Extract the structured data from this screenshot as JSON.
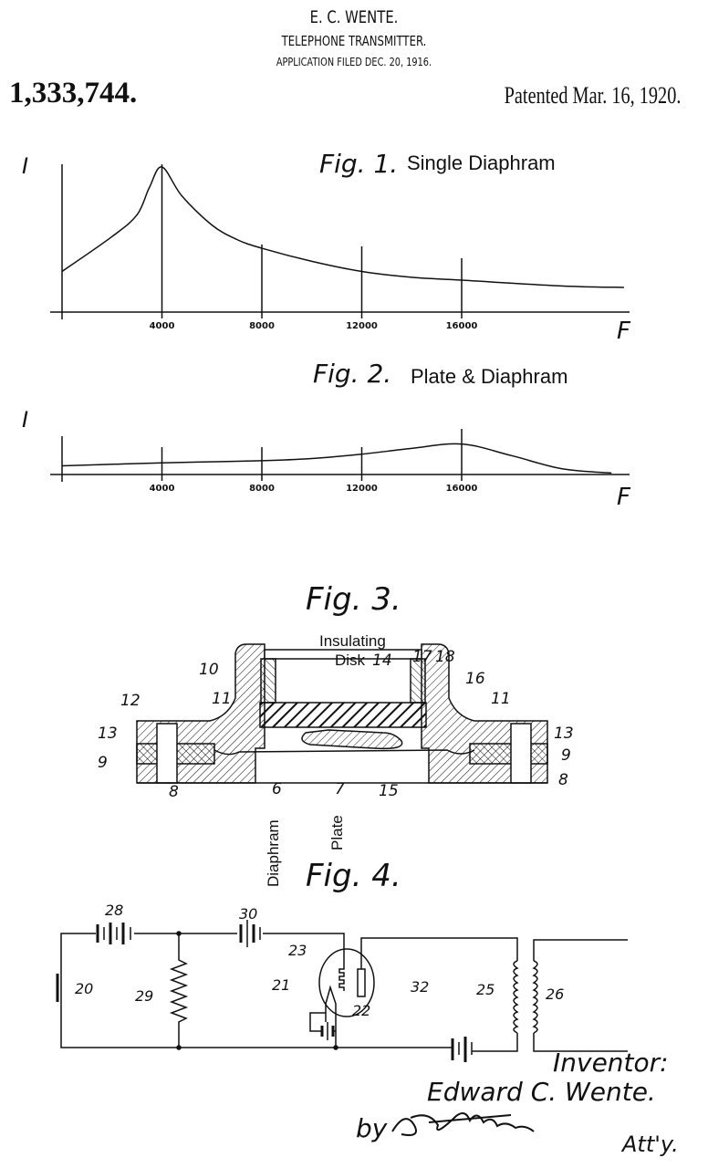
{
  "header": {
    "inventor": "E. C. WENTE.",
    "title": "TELEPHONE TRANSMITTER.",
    "filed": "APPLICATION FILED DEC. 20, 1916.",
    "patent_number": "1,333,744.",
    "patented": "Patented Mar. 16, 1920."
  },
  "chart_data": [
    {
      "type": "line",
      "title": "Fig. 1.",
      "subtitle": "Single Diaphram",
      "xlabel": "F",
      "ylabel": "I",
      "xticks": [
        "4000",
        "8000",
        "12000",
        "16000"
      ],
      "xtick_values": [
        4000,
        8000,
        12000,
        16000
      ],
      "xlim": [
        0,
        23000
      ],
      "ylim": [
        0,
        1
      ],
      "grid": false,
      "series": [
        {
          "name": "Single Diaphram",
          "x": [
            0,
            2000,
            3000,
            3500,
            4000,
            4800,
            6000,
            7000,
            8000,
            10000,
            12000,
            14000,
            16000,
            20000,
            22500
          ],
          "y": [
            0.28,
            0.52,
            0.67,
            0.86,
            1.0,
            0.8,
            0.6,
            0.5,
            0.44,
            0.35,
            0.28,
            0.24,
            0.22,
            0.18,
            0.17
          ]
        }
      ]
    },
    {
      "type": "line",
      "title": "Fig. 2.",
      "subtitle": "Plate & Diaphram",
      "xlabel": "F",
      "ylabel": "I",
      "xticks": [
        "4000",
        "8000",
        "12000",
        "16000"
      ],
      "xtick_values": [
        4000,
        8000,
        12000,
        16000
      ],
      "xlim": [
        0,
        23000
      ],
      "ylim": [
        0,
        1
      ],
      "grid": false,
      "series": [
        {
          "name": "Plate & Diaphram",
          "x": [
            0,
            4000,
            8000,
            10000,
            12000,
            14000,
            16000,
            18000,
            20000,
            22000
          ],
          "y": [
            0.06,
            0.08,
            0.095,
            0.11,
            0.14,
            0.18,
            0.21,
            0.13,
            0.04,
            0.01
          ]
        }
      ]
    }
  ],
  "fig3": {
    "title": "Fig. 3.",
    "label_insulating": "Insulating",
    "label_disk": "Disk",
    "label_diaphram": "Diaphram",
    "label_plate": "Plate",
    "refs": [
      "14",
      "17",
      "18",
      "10",
      "16",
      "11",
      "12",
      "11",
      "13",
      "13",
      "9",
      "9",
      "8",
      "8",
      "6",
      "7",
      "15"
    ]
  },
  "fig4": {
    "title": "Fig. 4.",
    "refs": [
      "28",
      "30",
      "23",
      "20",
      "29",
      "21",
      "22",
      "32",
      "25",
      "26"
    ]
  },
  "signature": {
    "inventor_label": "Inventor:",
    "inventor_name": "Edward C. Wente.",
    "by": "by",
    "attorney": "Att'y."
  }
}
